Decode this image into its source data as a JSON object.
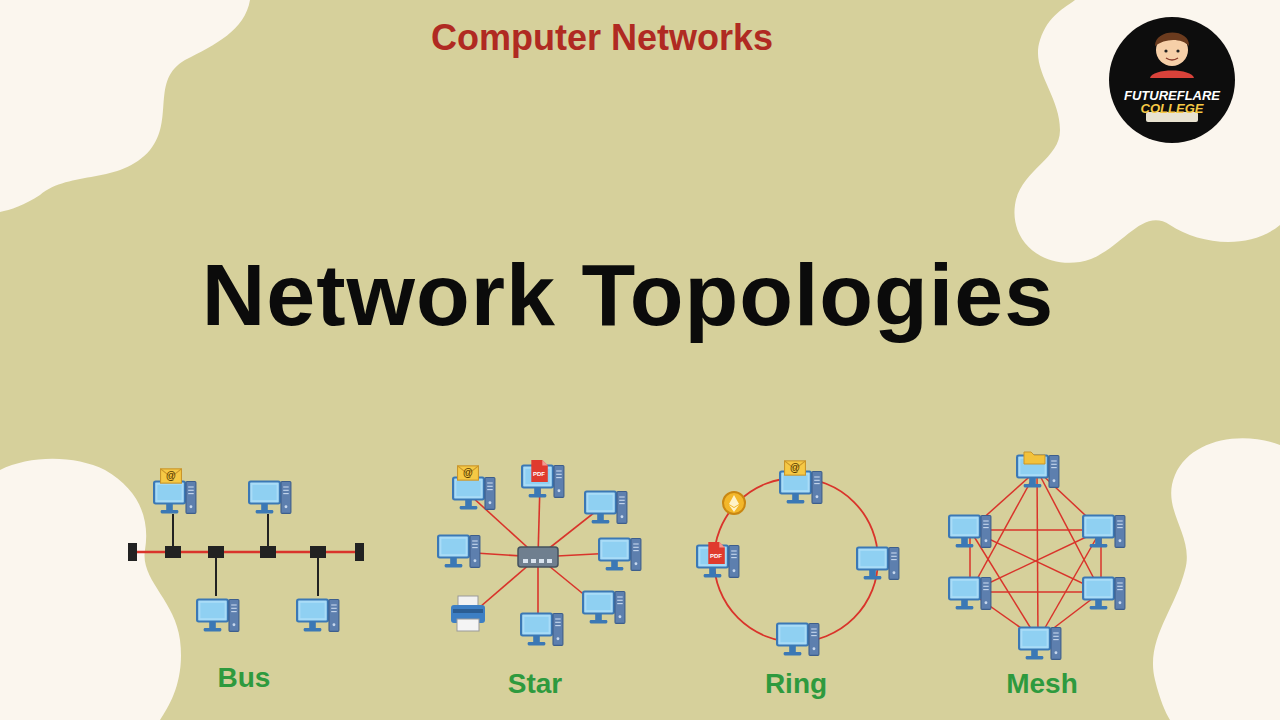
{
  "diagram": {
    "title": "Network Topologies",
    "labels": [
      "Computer Networks",
      "FUTUREFLARE",
      "COLLEGE",
      "@",
      "@",
      "PDF",
      "@",
      "PDF",
      "Bus",
      "Star",
      "Ring",
      "Mesh"
    ]
  }
}
